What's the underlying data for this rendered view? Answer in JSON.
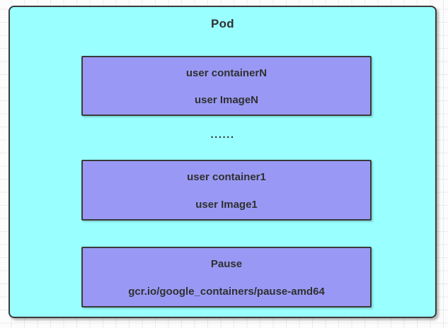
{
  "diagram": {
    "pod_label": "Pod",
    "ellipsis": "......",
    "containers": [
      {
        "name": "user containerN",
        "image": "user ImageN"
      },
      {
        "name": "user container1",
        "image": "user Image1"
      },
      {
        "name": "Pause",
        "image": "gcr.io/google_containers/pause-amd64"
      }
    ],
    "colors": {
      "pod-fill": "#99ffff",
      "container-fill": "#9999f5",
      "stroke": "#3a3a3a",
      "text": "#303030"
    }
  }
}
